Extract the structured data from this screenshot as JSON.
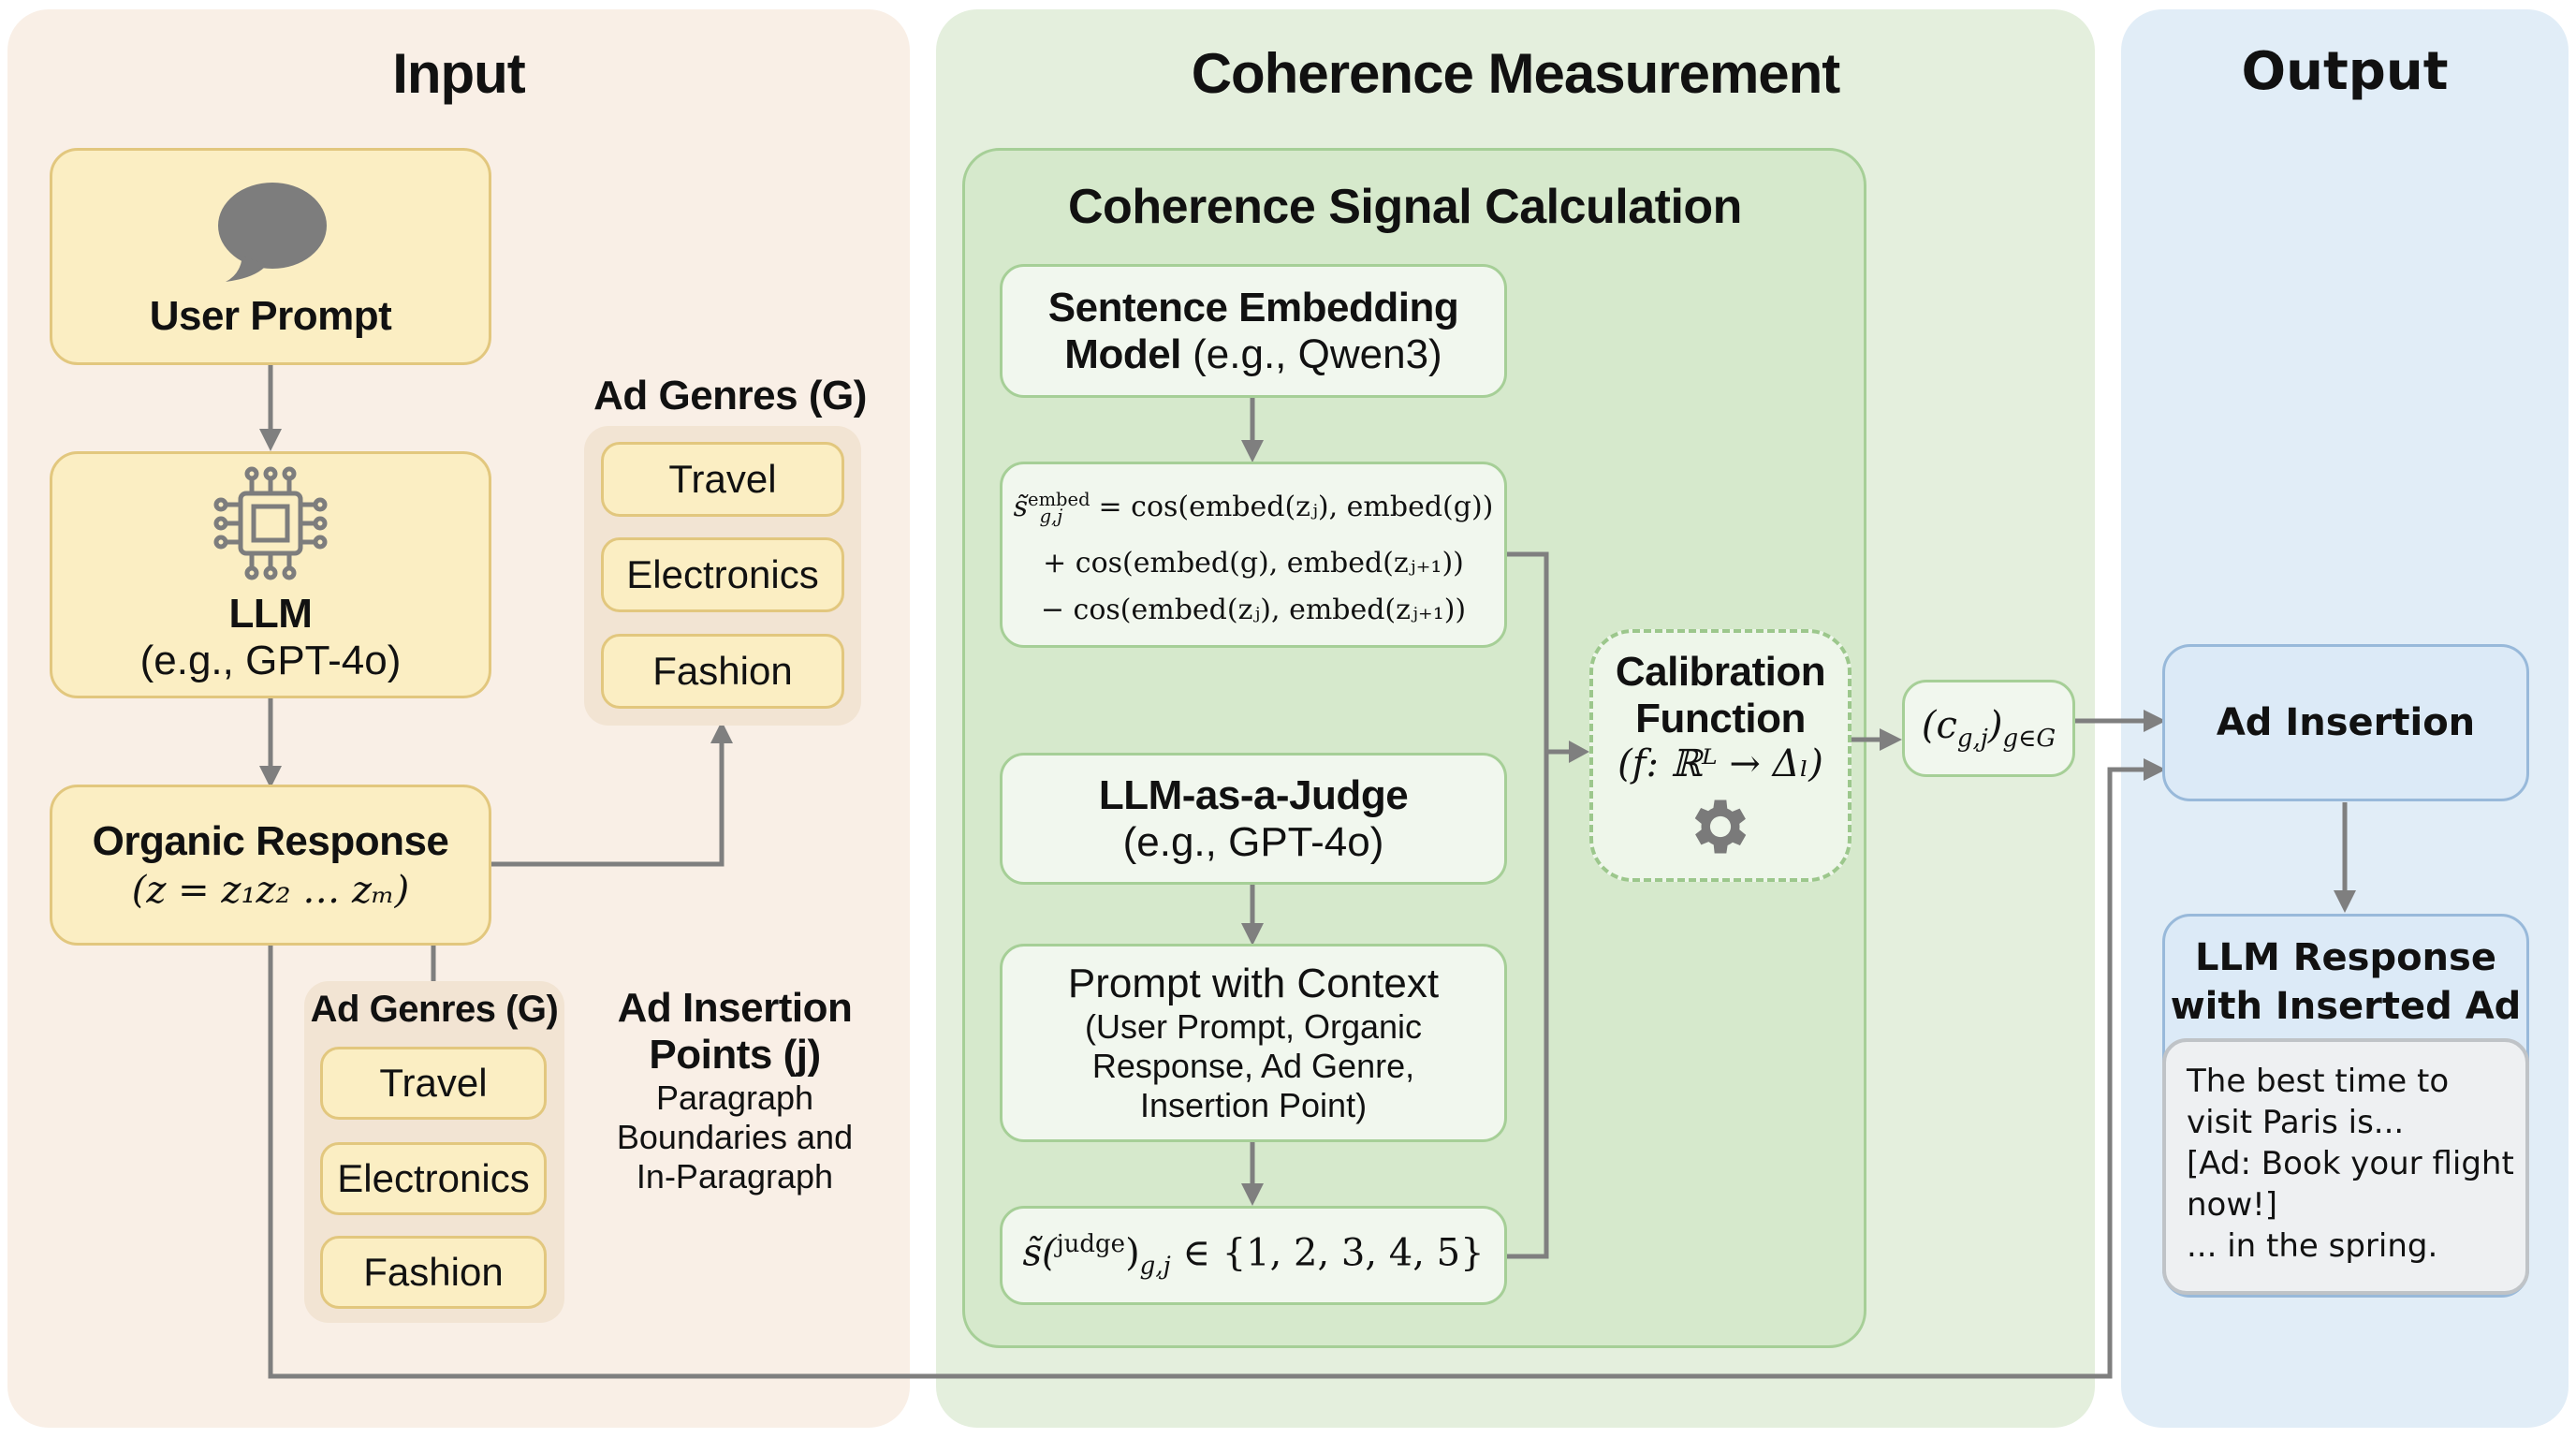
{
  "panels": {
    "input": {
      "title": "Input"
    },
    "coherence": {
      "title": "Coherence Measurement",
      "inner_title": "Coherence Signal Calculation"
    },
    "output": {
      "title": "Output"
    }
  },
  "input": {
    "user_prompt": {
      "icon": "speech-bubble-icon",
      "label": "User Prompt"
    },
    "llm": {
      "icon": "chip-icon",
      "label": "LLM",
      "sublabel": "(e.g., GPT-4o)"
    },
    "organic_response": {
      "label": "Organic Response",
      "formula": "(z = z₁z₂ … zₘ)"
    },
    "ad_genres_top": {
      "title": "Ad Genres (G)",
      "items": [
        "Travel",
        "Electronics",
        "Fashion"
      ]
    },
    "ad_genres_bottom": {
      "title": "Ad Genres (G)",
      "items": [
        "Travel",
        "Electronics",
        "Fashion"
      ]
    },
    "insertion_points": {
      "title_line1": "Ad Insertion",
      "title_line2": "Points (j)",
      "desc_lines": [
        "Paragraph",
        "Boundaries and",
        "In-Paragraph"
      ]
    }
  },
  "coherence": {
    "embedding_model": {
      "bold": "Sentence Embedding",
      "bold2": "Model",
      "rest": " (e.g., Qwen3)"
    },
    "embed_formula": {
      "line1_lhs": "s̃",
      "line1_sup": "embed",
      "line1_sub": "g,j",
      "line1_rhs": "= cos(embed(zⱼ), embed(g))",
      "line2": "+ cos(embed(g), embed(zⱼ₊₁))",
      "line3": "− cos(embed(zⱼ), embed(zⱼ₊₁))"
    },
    "judge": {
      "label": "LLM-as-a-Judge",
      "sublabel": "(e.g., GPT-4o)"
    },
    "prompt_context": {
      "title": "Prompt with Context",
      "lines": [
        "(User Prompt, Organic",
        "Response, Ad Genre,",
        "Insertion Point)"
      ]
    },
    "judge_score": {
      "lhs": "s̃(",
      "sup": "judge",
      "rhs": ")",
      "sub": "g,j",
      "set": "∈ {1, 2, 3, 4, 5}"
    },
    "calibration": {
      "line1": "Calibration",
      "line2": "Function",
      "formula": "(f: ℝᴸ → Δₗ)",
      "icon": "gear-icon"
    },
    "coherence_output": {
      "formula_main": "(c",
      "formula_sub": "g,j",
      "formula_close": ")",
      "formula_sub2": "g∈G"
    }
  },
  "output": {
    "ad_insertion": {
      "label": "Ad Insertion"
    },
    "llm_response": {
      "title_line1": "LLM Response",
      "title_line2": "with Inserted Ad",
      "snippet_lines": [
        "The best time to",
        "visit Paris is...",
        "[Ad: Book your flight",
        "now!]",
        "... in the spring."
      ]
    }
  },
  "colors": {
    "input_panel": "#f9efe6",
    "coherence_panel": "#e4efdd",
    "output_panel": "#e1edf7",
    "yellow_box": "#fbeec3",
    "yellow_border": "#e2c77e",
    "green_border": "#a6cf97",
    "blue_border": "#98b9da",
    "connector": "#7f7f7f"
  }
}
